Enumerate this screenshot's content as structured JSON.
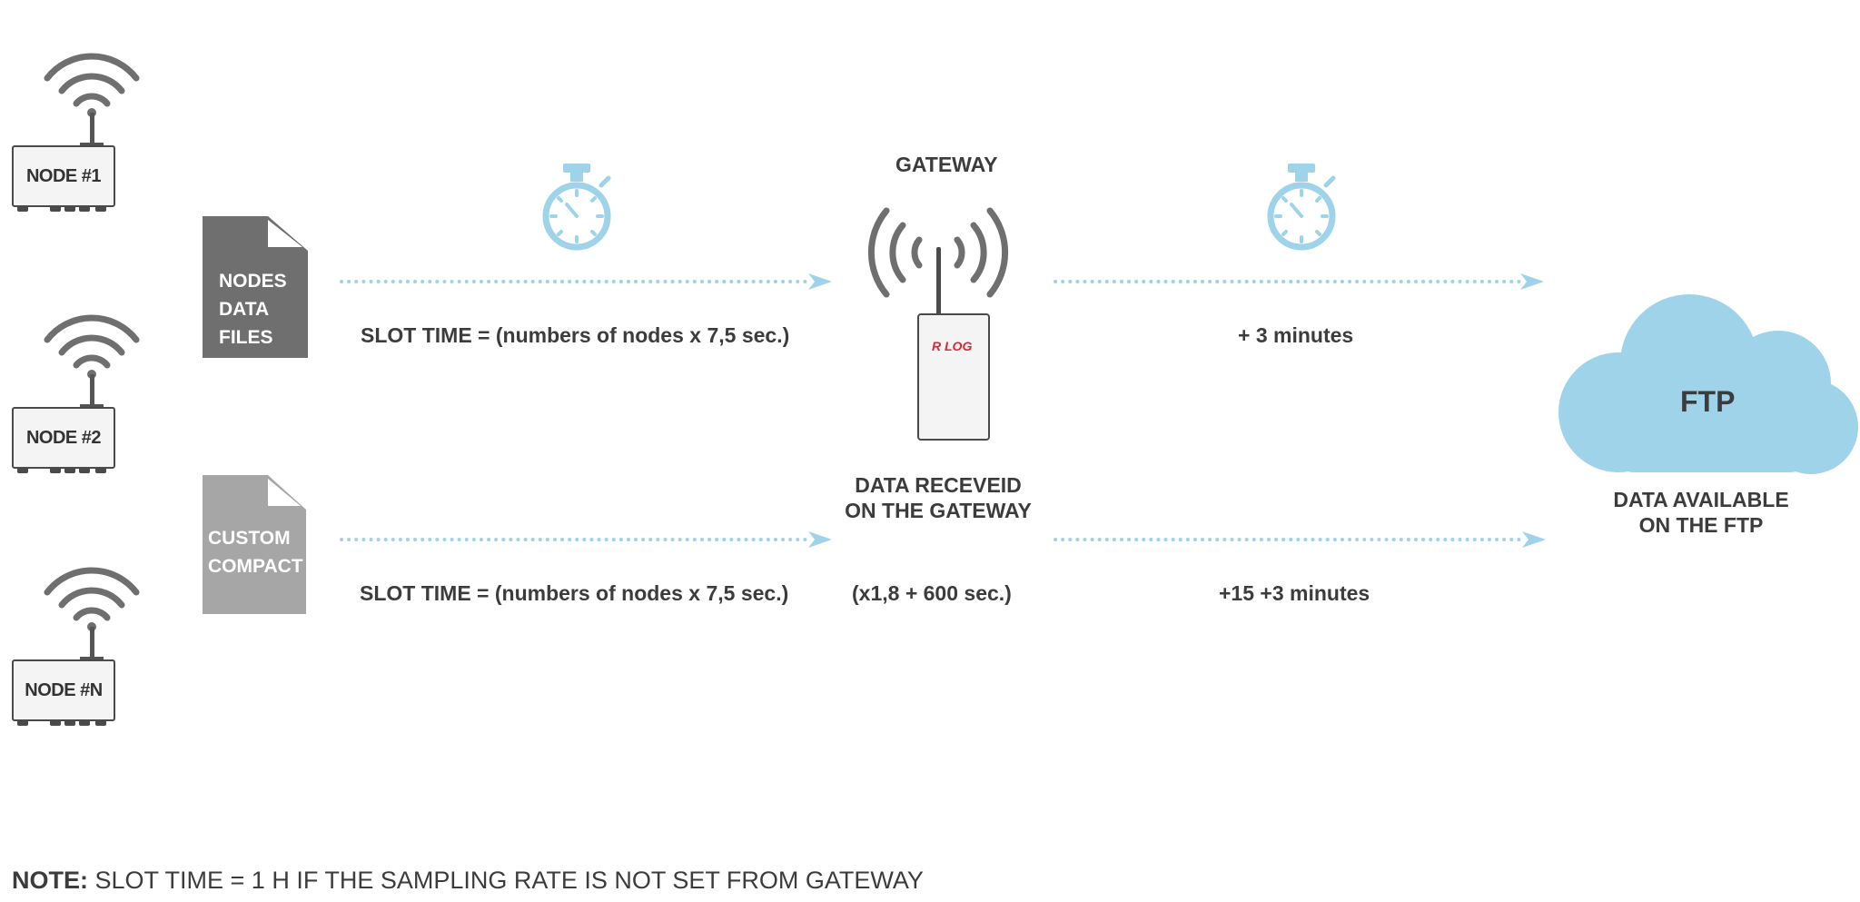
{
  "nodes": [
    {
      "label": "NODE #1"
    },
    {
      "label": "NODE #2"
    },
    {
      "label": "NODE #N"
    }
  ],
  "files": {
    "nodes_data": {
      "lines": [
        "NODES",
        "DATA",
        "FILES"
      ],
      "color": "#6f6f6f"
    },
    "custom_compact": {
      "lines": [
        "CUSTOM",
        "COMPACT"
      ],
      "color": "#a6a6a6"
    }
  },
  "gateway": {
    "title": "GATEWAY",
    "device_brand": "R LOG",
    "received_line1": "DATA RECEVEID",
    "received_line2": "ON THE GATEWAY",
    "formula": "(x1,8 + 600 sec.)"
  },
  "flows": {
    "top_slot_time": "SLOT TIME = (numbers of nodes x 7,5 sec.)",
    "bottom_slot_time": "SLOT TIME = (numbers of nodes x 7,5 sec.)",
    "top_delay": "+ 3 minutes",
    "bottom_delay": "+15 +3 minutes"
  },
  "ftp": {
    "label": "FTP",
    "available_line1": "DATA AVAILABLE",
    "available_line2": "ON THE FTP"
  },
  "note": {
    "prefix": "NOTE:",
    "text": " SLOT  TIME = 1 H IF THE SAMPLING RATE IS NOT SET FROM GATEWAY"
  },
  "colors": {
    "accent_blue": "#9fd3ea",
    "dark_gray": "#6f6f6f",
    "brand_red": "#d9282f"
  },
  "icons": [
    "wifi-icon",
    "stopwatch-icon",
    "file-icon",
    "cloud-icon",
    "antenna-icon"
  ]
}
